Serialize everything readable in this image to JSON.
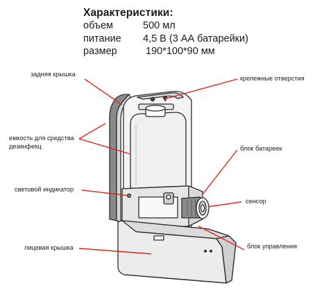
{
  "specs": {
    "title": "Характеристики:",
    "rows": [
      {
        "key": "объем",
        "value": "500 мл"
      },
      {
        "key": "питание",
        "value": "4,5 В (3 АА батарейки)"
      },
      {
        "key": "размер",
        "value": "190*100*90 мм"
      }
    ]
  },
  "callouts": {
    "back_cover": "задняя крышка",
    "mount_holes": "крепежные отверстия",
    "container_line1": "емкость для средства",
    "container_line2": "дезинфекц",
    "battery_block": "блок батареек",
    "indicator": "световой индикатор",
    "sensor": "сенсор",
    "front_cover": "лицевая крышка",
    "control_block": "блок управления"
  },
  "colors": {
    "callout_line": "#e0261b",
    "outline": "#2b2b2b",
    "fill_light": "#f4f4f4",
    "fill_mid": "#d9d9d9",
    "fill_dark": "#8a8a8a"
  }
}
